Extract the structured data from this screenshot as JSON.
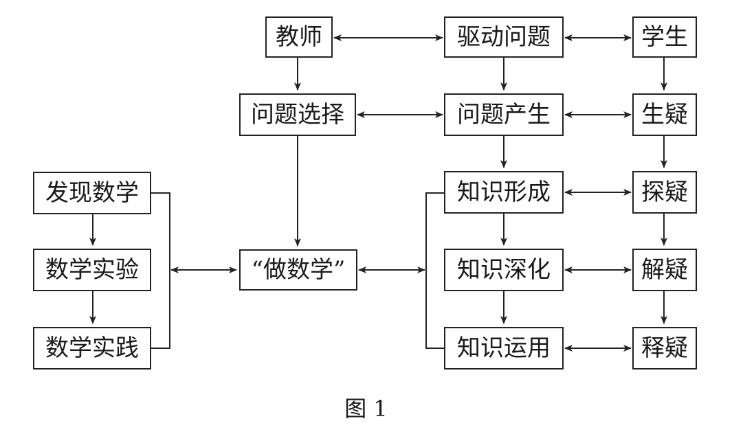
{
  "nodes": {
    "teacher": "教师",
    "driving_question": "驱动问题",
    "student": "学生",
    "question_selection": "问题选择",
    "question_generation": "问题产生",
    "doubt_arise": "生疑",
    "knowledge_formation": "知识形成",
    "doubt_explore": "探疑",
    "discover_math": "发现数学",
    "math_experiment": "数学实验",
    "math_practice": "数学实践",
    "doing_math": "“做数学”",
    "knowledge_deepen": "知识深化",
    "doubt_solve": "解疑",
    "knowledge_apply": "知识运用",
    "doubt_release": "释疑"
  },
  "caption": "图 1"
}
